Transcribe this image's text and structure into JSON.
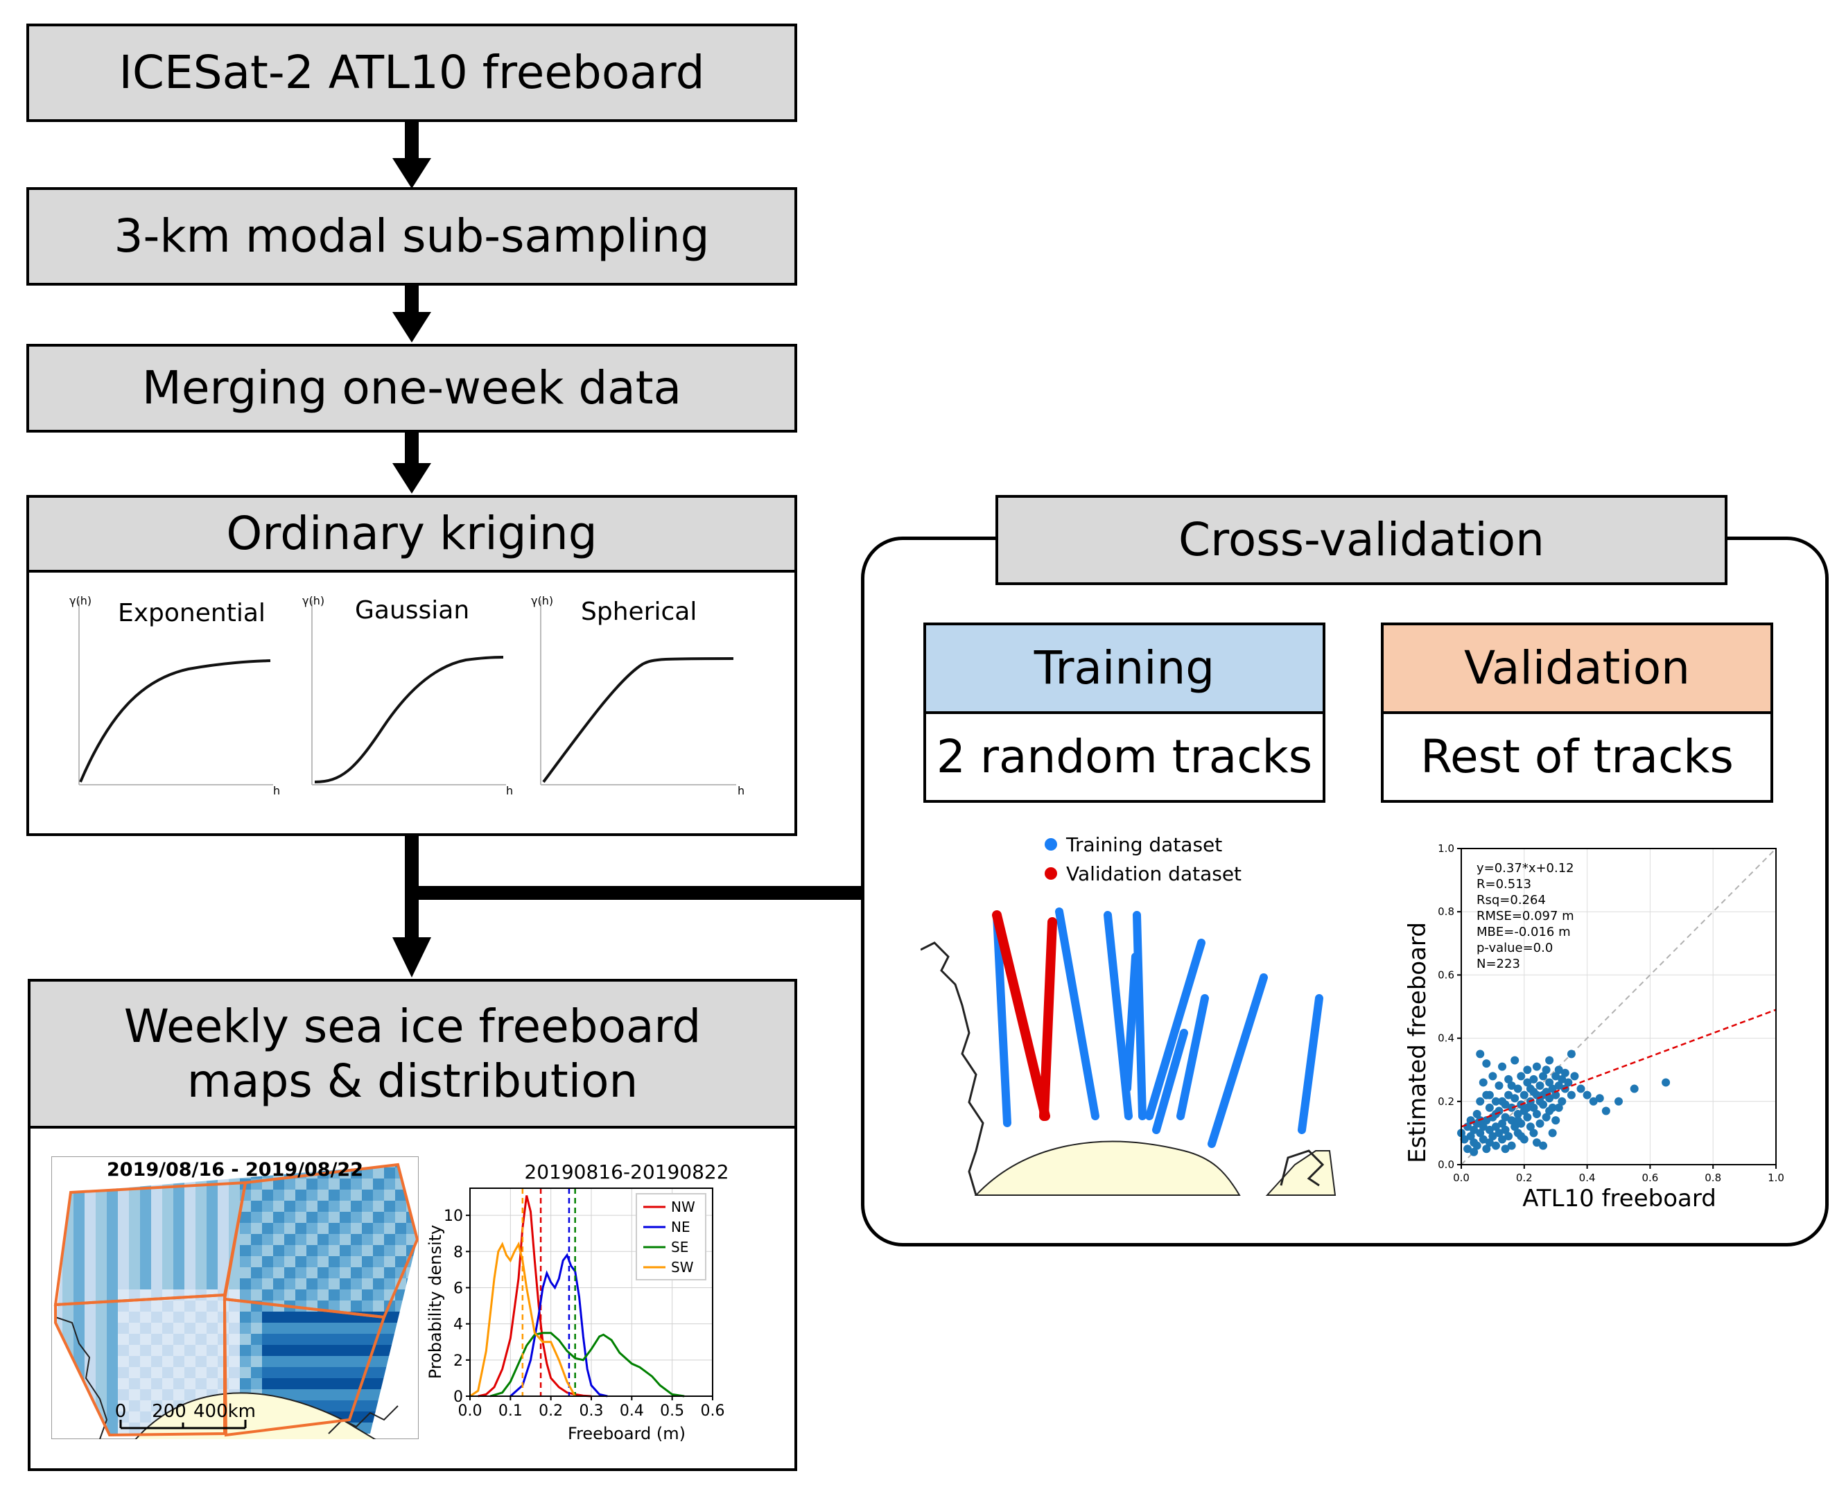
{
  "steps": {
    "s1": "ICESat-2 ATL10 freeboard",
    "s2": "3-km modal sub-sampling",
    "s3": "Merging one-week data",
    "s4": "Ordinary kriging",
    "s5_line1": "Weekly sea ice freeboard",
    "s5_line2": "maps & distribution"
  },
  "variogram": {
    "ylabel": "γ(h)",
    "xlabel": "h",
    "models": [
      "Exponential",
      "Gaussian",
      "Spherical"
    ]
  },
  "cross_validation": {
    "title": "Cross-validation",
    "training_header": "Training",
    "training_body": "2 random tracks",
    "validation_header": "Validation",
    "validation_body": "Rest of tracks",
    "legend": [
      "Training dataset",
      "Validation dataset"
    ],
    "colors": {
      "training": "#1a7ef5",
      "validation": "#e00000",
      "training_header_bg": "#bdd7ee",
      "validation_header_bg": "#f8cbad"
    }
  },
  "map": {
    "title": "2019/08/16 - 2019/08/22",
    "scale_labels": [
      "0",
      "200",
      "400km"
    ]
  },
  "chart_data": [
    {
      "type": "line",
      "title": "20190816-20190822",
      "xlabel": "Freeboard (m)",
      "ylabel": "Probability density",
      "xlim": [
        0.0,
        0.6
      ],
      "ylim": [
        0,
        11.5
      ],
      "xticks": [
        "0.0",
        "0.1",
        "0.2",
        "0.3",
        "0.4",
        "0.5",
        "0.6"
      ],
      "yticks": [
        "0",
        "2",
        "4",
        "6",
        "8",
        "10"
      ],
      "grid": true,
      "legend_position": "top-right",
      "series": [
        {
          "name": "NW",
          "color": "#e00000",
          "mean": 0.175,
          "x": [
            0.02,
            0.04,
            0.06,
            0.08,
            0.1,
            0.12,
            0.13,
            0.14,
            0.15,
            0.16,
            0.17,
            0.18,
            0.19,
            0.2,
            0.22,
            0.24,
            0.26,
            0.28,
            0.3
          ],
          "y": [
            0,
            0.1,
            0.5,
            1.5,
            3.2,
            6.5,
            9.3,
            11.1,
            10.2,
            7.5,
            5.0,
            3.0,
            1.8,
            1.0,
            0.5,
            0.2,
            0.1,
            0.03,
            0
          ]
        },
        {
          "name": "NE",
          "color": "#0000e0",
          "mean": 0.245,
          "x": [
            0.1,
            0.13,
            0.15,
            0.17,
            0.18,
            0.19,
            0.2,
            0.21,
            0.22,
            0.23,
            0.24,
            0.25,
            0.26,
            0.27,
            0.28,
            0.29,
            0.3,
            0.32,
            0.34
          ],
          "y": [
            0,
            0.6,
            2.0,
            4.5,
            6.0,
            6.8,
            6.3,
            6.0,
            6.5,
            7.5,
            7.8,
            7.2,
            6.9,
            5.5,
            3.3,
            1.5,
            0.6,
            0.1,
            0
          ]
        },
        {
          "name": "SE",
          "color": "#008000",
          "mean": 0.26,
          "x": [
            0.05,
            0.08,
            0.1,
            0.12,
            0.14,
            0.16,
            0.18,
            0.2,
            0.22,
            0.24,
            0.26,
            0.28,
            0.3,
            0.32,
            0.33,
            0.35,
            0.37,
            0.4,
            0.42,
            0.45,
            0.47,
            0.5,
            0.53
          ],
          "y": [
            0,
            0.2,
            0.8,
            1.8,
            2.8,
            3.4,
            3.5,
            3.5,
            3.1,
            2.5,
            2.1,
            2.0,
            2.6,
            3.3,
            3.4,
            3.1,
            2.4,
            1.8,
            1.6,
            1.1,
            0.6,
            0.1,
            0
          ]
        },
        {
          "name": "SW",
          "color": "#ff9900",
          "mean": 0.13,
          "x": [
            0.0,
            0.02,
            0.04,
            0.06,
            0.07,
            0.08,
            0.09,
            0.1,
            0.11,
            0.12,
            0.13,
            0.14,
            0.16,
            0.18,
            0.2,
            0.22,
            0.24,
            0.26
          ],
          "y": [
            0,
            0.3,
            2.5,
            6.5,
            8.0,
            8.4,
            7.8,
            7.5,
            8.0,
            8.4,
            7.5,
            6.0,
            3.5,
            3.0,
            3.0,
            2.0,
            0.8,
            0
          ]
        }
      ]
    },
    {
      "type": "scatter",
      "xlabel": "ATL10 freeboard",
      "ylabel": "Estimated freeboard",
      "xlim": [
        0.0,
        1.0
      ],
      "ylim": [
        0.0,
        1.0
      ],
      "xticks": [
        "0.0",
        "0.2",
        "0.4",
        "0.6",
        "0.8",
        "1.0"
      ],
      "yticks": [
        "0.0",
        "0.2",
        "0.4",
        "0.6",
        "0.8",
        "1.0"
      ],
      "grid": true,
      "annotation": [
        "y=0.37*x+0.12",
        "R=0.513",
        "Rsq=0.264",
        "RMSE=0.097 m",
        "MBE=-0.016 m",
        "p-value=0.0",
        "N=223"
      ],
      "fit": {
        "slope": 0.37,
        "intercept": 0.12,
        "color": "#e00000"
      },
      "points": [
        [
          0.0,
          0.1
        ],
        [
          0.01,
          0.08
        ],
        [
          0.02,
          0.12
        ],
        [
          0.02,
          0.05
        ],
        [
          0.03,
          0.14
        ],
        [
          0.03,
          0.09
        ],
        [
          0.04,
          0.11
        ],
        [
          0.04,
          0.07
        ],
        [
          0.05,
          0.13
        ],
        [
          0.05,
          0.16
        ],
        [
          0.05,
          0.06
        ],
        [
          0.06,
          0.1
        ],
        [
          0.06,
          0.2
        ],
        [
          0.06,
          0.35
        ],
        [
          0.07,
          0.12
        ],
        [
          0.07,
          0.08
        ],
        [
          0.07,
          0.26
        ],
        [
          0.08,
          0.14
        ],
        [
          0.08,
          0.05
        ],
        [
          0.08,
          0.32
        ],
        [
          0.09,
          0.11
        ],
        [
          0.09,
          0.18
        ],
        [
          0.09,
          0.22
        ],
        [
          0.1,
          0.09
        ],
        [
          0.1,
          0.15
        ],
        [
          0.1,
          0.28
        ],
        [
          0.11,
          0.12
        ],
        [
          0.11,
          0.06
        ],
        [
          0.11,
          0.2
        ],
        [
          0.12,
          0.1
        ],
        [
          0.12,
          0.17
        ],
        [
          0.12,
          0.25
        ],
        [
          0.13,
          0.13
        ],
        [
          0.13,
          0.08
        ],
        [
          0.13,
          0.31
        ],
        [
          0.14,
          0.15
        ],
        [
          0.14,
          0.19
        ],
        [
          0.14,
          0.11
        ],
        [
          0.15,
          0.22
        ],
        [
          0.15,
          0.09
        ],
        [
          0.15,
          0.27
        ],
        [
          0.16,
          0.14
        ],
        [
          0.16,
          0.18
        ],
        [
          0.16,
          0.06
        ],
        [
          0.17,
          0.21
        ],
        [
          0.17,
          0.12
        ],
        [
          0.17,
          0.33
        ],
        [
          0.18,
          0.16
        ],
        [
          0.18,
          0.24
        ],
        [
          0.18,
          0.1
        ],
        [
          0.19,
          0.19
        ],
        [
          0.19,
          0.13
        ],
        [
          0.19,
          0.28
        ],
        [
          0.2,
          0.17
        ],
        [
          0.2,
          0.22
        ],
        [
          0.2,
          0.08
        ],
        [
          0.21,
          0.26
        ],
        [
          0.21,
          0.15
        ],
        [
          0.21,
          0.3
        ],
        [
          0.22,
          0.2
        ],
        [
          0.22,
          0.12
        ],
        [
          0.22,
          0.24
        ],
        [
          0.23,
          0.18
        ],
        [
          0.23,
          0.27
        ],
        [
          0.23,
          0.1
        ],
        [
          0.24,
          0.22
        ],
        [
          0.24,
          0.31
        ],
        [
          0.24,
          0.16
        ],
        [
          0.25,
          0.2
        ],
        [
          0.25,
          0.25
        ],
        [
          0.25,
          0.13
        ],
        [
          0.26,
          0.28
        ],
        [
          0.26,
          0.19
        ],
        [
          0.26,
          0.06
        ],
        [
          0.27,
          0.23
        ],
        [
          0.27,
          0.3
        ],
        [
          0.27,
          0.15
        ],
        [
          0.28,
          0.26
        ],
        [
          0.28,
          0.21
        ],
        [
          0.28,
          0.33
        ],
        [
          0.29,
          0.24
        ],
        [
          0.29,
          0.18
        ],
        [
          0.3,
          0.28
        ],
        [
          0.3,
          0.22
        ],
        [
          0.3,
          0.14
        ],
        [
          0.31,
          0.25
        ],
        [
          0.31,
          0.3
        ],
        [
          0.32,
          0.27
        ],
        [
          0.32,
          0.2
        ],
        [
          0.33,
          0.29
        ],
        [
          0.33,
          0.24
        ],
        [
          0.34,
          0.26
        ],
        [
          0.35,
          0.35
        ],
        [
          0.35,
          0.22
        ],
        [
          0.36,
          0.28
        ],
        [
          0.38,
          0.24
        ],
        [
          0.4,
          0.22
        ],
        [
          0.42,
          0.2
        ],
        [
          0.44,
          0.21
        ],
        [
          0.46,
          0.17
        ],
        [
          0.5,
          0.2
        ],
        [
          0.55,
          0.24
        ],
        [
          0.65,
          0.26
        ],
        [
          0.04,
          0.04
        ],
        [
          0.09,
          0.07
        ],
        [
          0.14,
          0.05
        ],
        [
          0.19,
          0.09
        ],
        [
          0.24,
          0.07
        ],
        [
          0.29,
          0.1
        ],
        [
          0.06,
          0.14
        ],
        [
          0.11,
          0.16
        ],
        [
          0.16,
          0.25
        ],
        [
          0.21,
          0.18
        ],
        [
          0.26,
          0.22
        ],
        [
          0.31,
          0.18
        ],
        [
          0.08,
          0.22
        ],
        [
          0.13,
          0.2
        ],
        [
          0.18,
          0.14
        ],
        [
          0.23,
          0.23
        ],
        [
          0.28,
          0.17
        ]
      ]
    }
  ]
}
